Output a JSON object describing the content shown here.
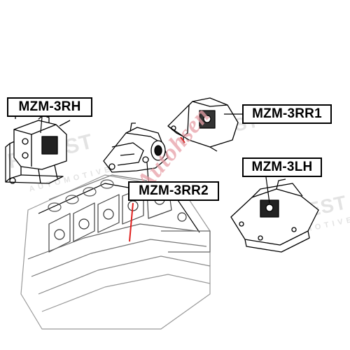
{
  "labels": {
    "rh": "MZM-3RH",
    "rr1": "MZM-3RR1",
    "lh": "MZM-3LH",
    "rr2": "MZM-3RR2"
  },
  "watermark": {
    "brand": "FEBEST",
    "sub": "AUTOMOTIVE",
    "overlay": "Autohsen"
  },
  "colors": {
    "ink": "#000000",
    "watermark": "#e3e3e3",
    "overlay": "#e8a0a8",
    "accent_red": "#e0201e"
  }
}
